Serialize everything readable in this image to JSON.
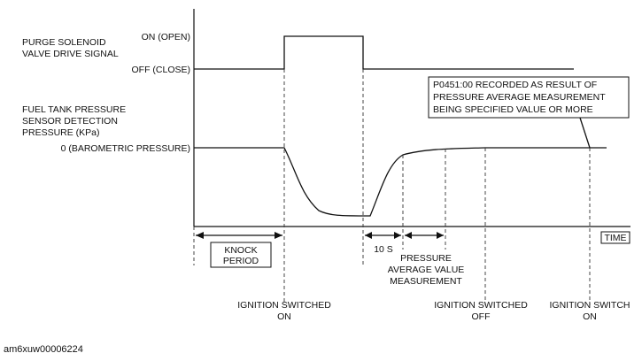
{
  "purge_label": [
    "PURGE SOLENOID",
    "VALVE DRIVE SIGNAL"
  ],
  "on_open": "ON (OPEN)",
  "off_close": "OFF (CLOSE)",
  "ftp_label": [
    "FUEL TANK PRESSURE",
    "SENSOR DETECTION",
    "PRESSURE (KPa)"
  ],
  "zero_baro": "0 (BAROMETRIC PRESSURE)",
  "callout": [
    "P0451:00 RECORDED AS RESULT OF",
    "PRESSURE AVERAGE MEASUREMENT",
    "BEING SPECIFIED VALUE OR MORE"
  ],
  "time": "TIME",
  "knock": [
    "KNOCK",
    "PERIOD"
  ],
  "ten_s": "10 S",
  "pressure_avg": [
    "PRESSURE",
    "AVERAGE VALUE",
    "MEASUREMENT"
  ],
  "ign_on_1": [
    "IGNITION SWITCHED",
    "ON"
  ],
  "ign_off": [
    "IGNITION SWITCHED",
    "OFF"
  ],
  "ign_on_2": [
    "IGNITION SWITCH",
    "ON"
  ],
  "footer_id": "am6xuw00006224"
}
